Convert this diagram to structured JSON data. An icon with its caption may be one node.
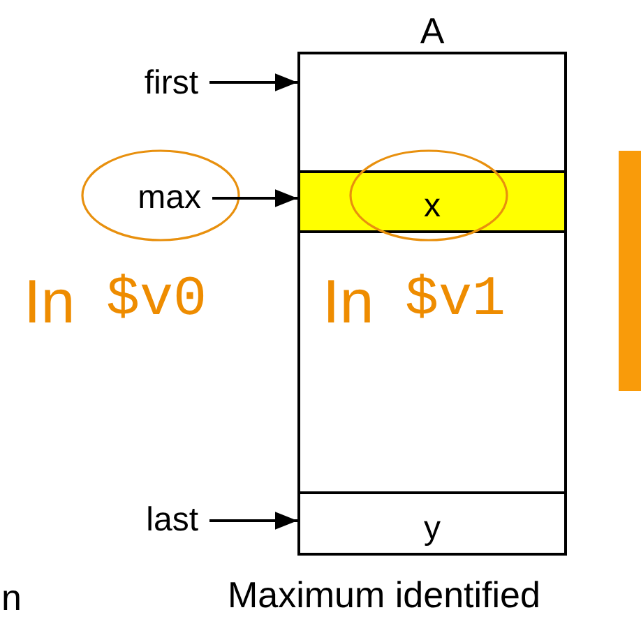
{
  "diagram": {
    "nodes": [
      {
        "text": [
          "A"
        ]
      },
      {
        "text": [
          "x"
        ],
        "in": 0
      },
      {
        "text": [
          "y"
        ],
        "in": 0
      },
      {
        "text": [
          "first"
        ]
      },
      {
        "text": [
          "max"
        ]
      },
      {
        "text": [
          "last"
        ]
      }
    ],
    "edges": [
      {
        "from": 3,
        "to": 0,
        "arrow": "to"
      },
      {
        "from": 4,
        "to": 1,
        "arrow": "to"
      },
      {
        "from": 5,
        "to": 2,
        "arrow": "to"
      }
    ],
    "labels": [
      "In",
      "$v0",
      "In",
      "$v1",
      "n",
      "Maximum identified"
    ]
  }
}
